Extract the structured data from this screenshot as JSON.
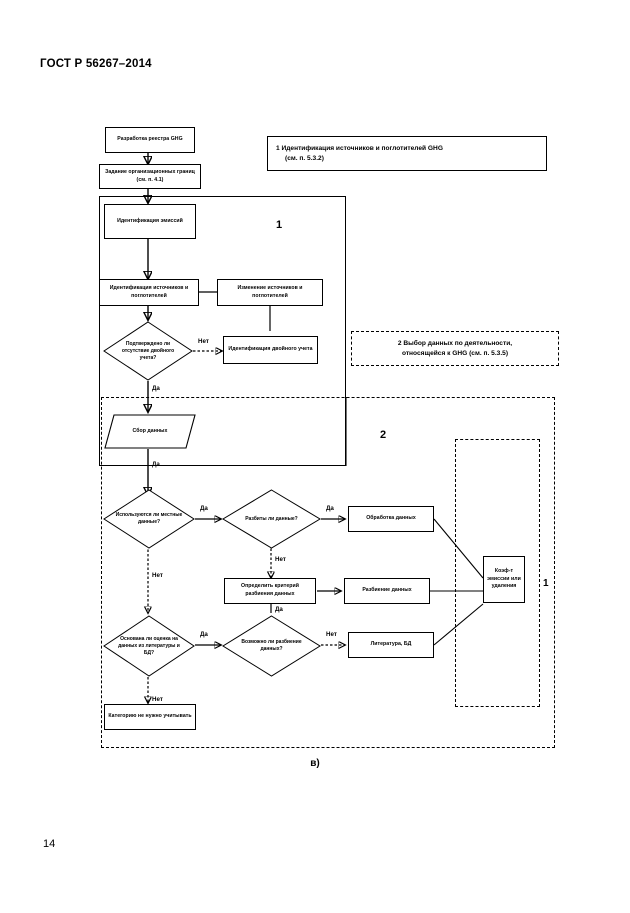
{
  "document": {
    "header": "ГОСТ Р 56267–2014",
    "page_number": "14",
    "figure_caption": "в)"
  },
  "callouts": [
    {
      "id": "callout-1",
      "style": "solid",
      "line1": "1 Идентификация источников и поглотителей GHG",
      "line2": "(см. п. 5.3.2)"
    },
    {
      "id": "callout-2",
      "style": "dashed",
      "line1": "2 Выбор данных по деятельности,",
      "line2": "относящейся к GHG (см. п. 5.3.5)"
    }
  ],
  "region_labels": {
    "one": "1",
    "two": "2",
    "one_right": "1"
  },
  "nodes": {
    "register": "Разработка реестра GHG",
    "boundaries": "Задание организационных границ (см. п. 4.1)",
    "identify_emissions": "Идентификация эмиссий",
    "identify_sources": "Идентификация источников и поглотителей",
    "change_sources": "Изменение источников и поглотителей",
    "identify_double": "Идентификация двойного учета",
    "collect_data": "Сбор данных",
    "process_data": "Обработка данных",
    "define_criteria": "Определить критерий разбиения данных",
    "split_data": "Разбиение данных",
    "literature_db": "Литература, БД",
    "coefficient": "Коэф-т эмиссии или удаления",
    "category_skip": "Категорию не нужно учитывать"
  },
  "decisions": {
    "double_count": "Подтверждено ли отсутствие двойного учета?",
    "local_data": "Используются ли местные данные?",
    "data_split": "Разбиты ли данные?",
    "based_on_lit": "Основана ли оценка на данных из литературы и БД?",
    "split_possible": "Возможно ли разбиение данных?"
  },
  "edge_labels": {
    "double_no": "Нет",
    "double_yes": "Да",
    "collect_yes": "Да",
    "local_yes": "Да",
    "local_no": "Нет",
    "split_yes": "Да",
    "split_no": "Нет",
    "criteria_yes": "Да",
    "lit_yes": "Да",
    "possible_no": "Нет",
    "lit_no": "Нет"
  },
  "colors": {
    "stroke": "#000000",
    "background": "#ffffff"
  }
}
